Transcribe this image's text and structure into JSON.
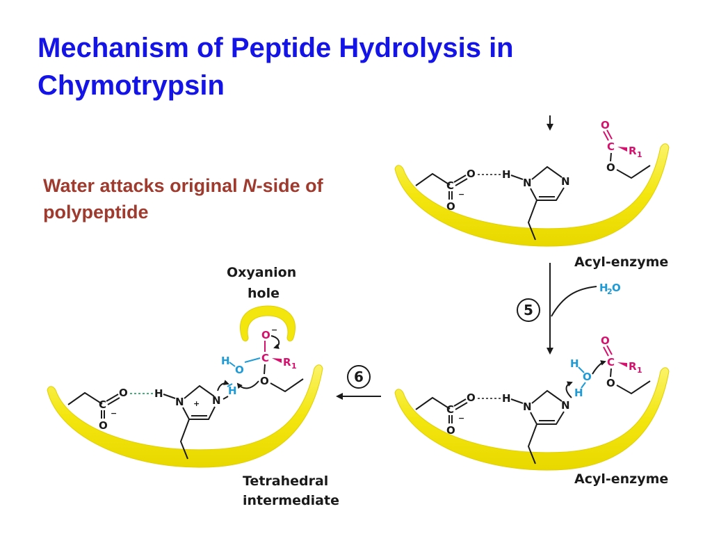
{
  "slide": {
    "title": "Mechanism of Peptide Hydrolysis in Chymotrypsin",
    "subtitle_part1": "Water attacks original ",
    "subtitle_italic": "N",
    "subtitle_part2": "-side of polypeptide"
  },
  "diagram": {
    "top_label": "Acyl-enzyme",
    "bottom_right_label": "Acyl-enzyme",
    "oxyanion_label_line1": "Oxyanion",
    "oxyanion_label_line2": "hole",
    "tetrahedral_label_line1": "Tetrahedral",
    "tetrahedral_label_line2": "intermediate",
    "step5": "5",
    "step6": "6",
    "water": {
      "H": "H",
      "sub": "2",
      "O": "O"
    },
    "atoms": {
      "O": "O",
      "C": "C",
      "N": "N",
      "H": "H",
      "R": "R",
      "R_sub": "1",
      "minus": "−",
      "plus": "+"
    }
  },
  "colors": {
    "title": "#1414e6",
    "subtitle": "#9e3a2e",
    "substrate": "#d4116c",
    "water": "#1e9ad6",
    "band": "#f3e60e",
    "hbond_tetrahedral": "#2fa36b"
  }
}
